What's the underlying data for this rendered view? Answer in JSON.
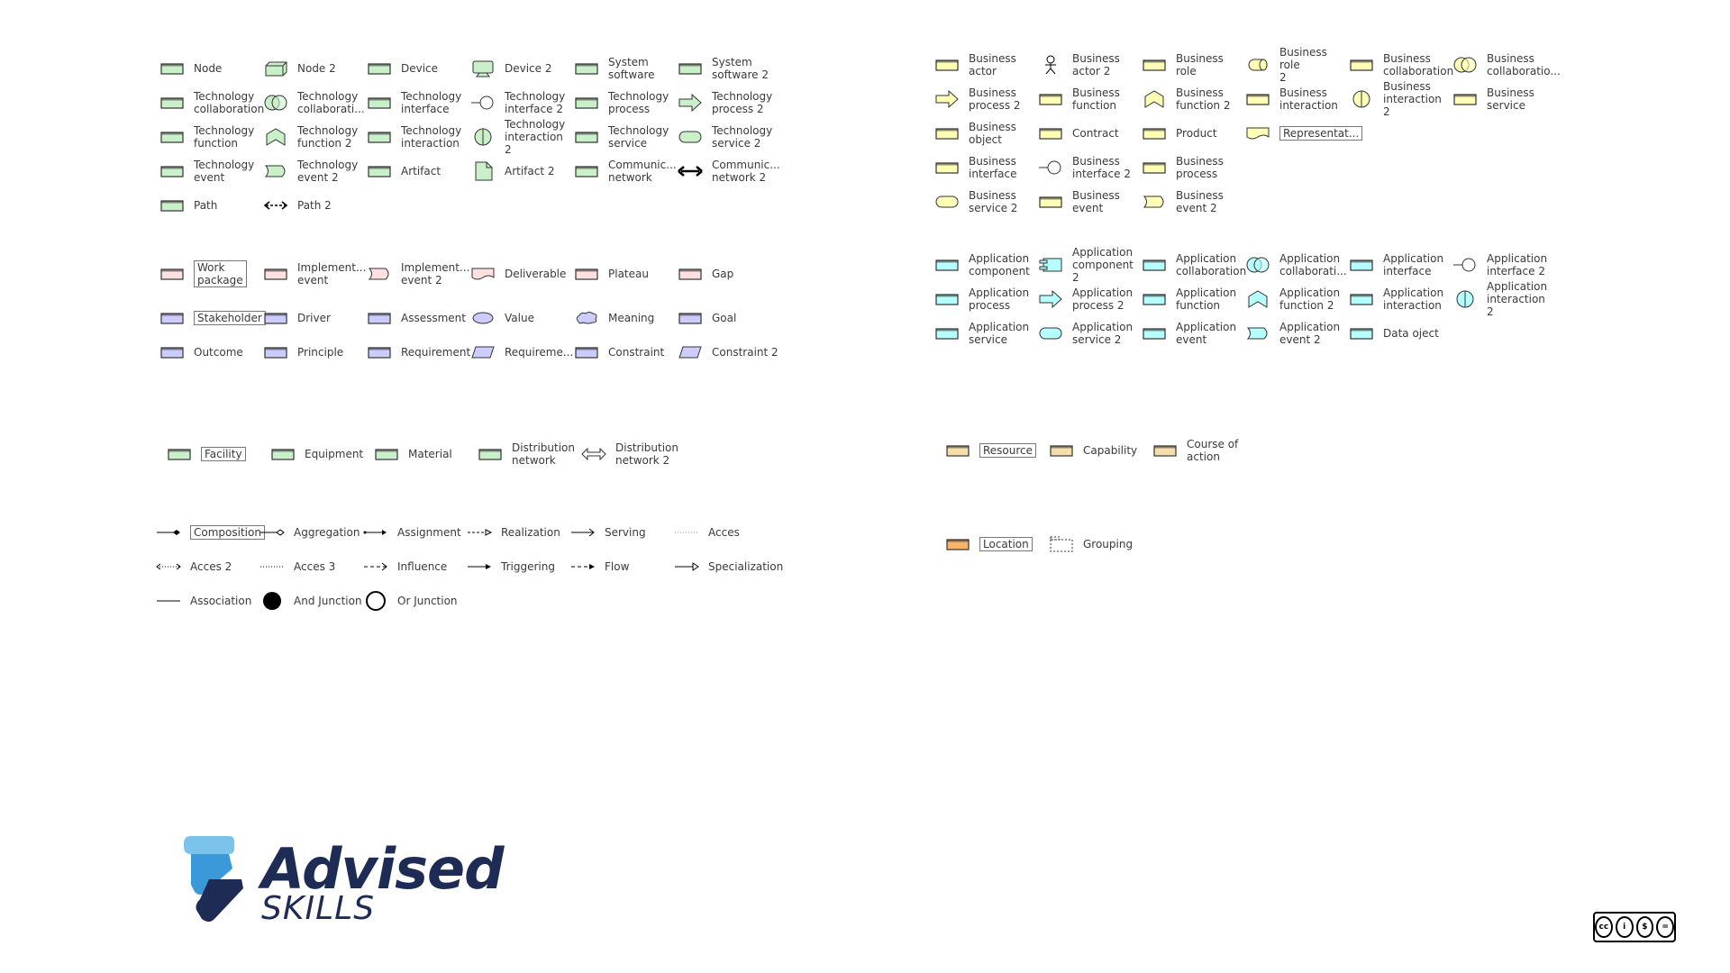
{
  "colors": {
    "technology": "#c9f0c9",
    "business": "#ffffb5",
    "application": "#b5ffff",
    "motivation": "#ccccff",
    "implementation": "#ffe0e0",
    "strategy": "#f5deaa",
    "location": "#f8b36b",
    "stroke": "#333333"
  },
  "technology_items": [
    {
      "label": "Node",
      "icon": "rect"
    },
    {
      "label": "Node 2",
      "icon": "box3d"
    },
    {
      "label": "Device",
      "icon": "rect"
    },
    {
      "label": "Device 2",
      "icon": "monitor"
    },
    {
      "label": "System\nsoftware",
      "icon": "rect"
    },
    {
      "label": "System\nsoftware 2",
      "icon": "rect"
    },
    {
      "label": "Technology\ncollaboration",
      "icon": "rect"
    },
    {
      "label": "Technology\ncollaborati...",
      "icon": "circles2"
    },
    {
      "label": "Technology\ninterface",
      "icon": "rect"
    },
    {
      "label": "Technology\ninterface 2",
      "icon": "lollipop"
    },
    {
      "label": "Technology\nprocess",
      "icon": "rect"
    },
    {
      "label": "Technology\nprocess 2",
      "icon": "arrow"
    },
    {
      "label": "Technology\nfunction",
      "icon": "rect"
    },
    {
      "label": "Technology\nfunction 2",
      "icon": "chevronup"
    },
    {
      "label": "Technology\ninteraction",
      "icon": "rect"
    },
    {
      "label": "Technology\ninteraction 2",
      "icon": "splitcircle"
    },
    {
      "label": "Technology\nservice",
      "icon": "rect"
    },
    {
      "label": "Technology\nservice 2",
      "icon": "pill"
    },
    {
      "label": "Technology\nevent",
      "icon": "rect"
    },
    {
      "label": "Technology\nevent 2",
      "icon": "event"
    },
    {
      "label": "Artifact",
      "icon": "rect"
    },
    {
      "label": "Artifact 2",
      "icon": "doc"
    },
    {
      "label": "Communic...\nnetwork",
      "icon": "rect"
    },
    {
      "label": "Communic...\nnetwork 2",
      "icon": "dblarrow"
    },
    {
      "label": "Path",
      "icon": "rect"
    },
    {
      "label": "Path 2",
      "icon": "dasharrows"
    }
  ],
  "business_items": [
    {
      "label": "Business\nactor",
      "icon": "rect"
    },
    {
      "label": "Business\nactor 2",
      "icon": "stick"
    },
    {
      "label": "Business role",
      "icon": "rect"
    },
    {
      "label": "Business role\n2",
      "icon": "cylinder"
    },
    {
      "label": "Business\ncollaboration",
      "icon": "rect"
    },
    {
      "label": "Business\ncollaboratio...",
      "icon": "circles2"
    },
    {
      "label": "Business\nprocess 2",
      "icon": "arrow"
    },
    {
      "label": "Business\nfunction",
      "icon": "rect"
    },
    {
      "label": "Business\nfunction 2",
      "icon": "chevronup"
    },
    {
      "label": "Business\ninteraction",
      "icon": "rect"
    },
    {
      "label": "Business\ninteraction 2",
      "icon": "splitcircle"
    },
    {
      "label": "Business\nservice",
      "icon": "rect"
    },
    {
      "label": "Business\nobject",
      "icon": "rect"
    },
    {
      "label": "Contract",
      "icon": "rect"
    },
    {
      "label": "Product",
      "icon": "rect"
    },
    {
      "label": "Representat...",
      "icon": "wave",
      "boxed": true
    },
    {
      "label": "",
      "icon": "none"
    },
    {
      "label": "",
      "icon": "none"
    },
    {
      "label": "Business\ninterface",
      "icon": "rect"
    },
    {
      "label": "Business\ninterface 2",
      "icon": "lollipop"
    },
    {
      "label": "Business\nprocess",
      "icon": "rect"
    },
    {
      "label": "",
      "icon": "none"
    },
    {
      "label": "",
      "icon": "none"
    },
    {
      "label": "",
      "icon": "none"
    },
    {
      "label": "Business\nservice 2",
      "icon": "pill"
    },
    {
      "label": "Business\nevent",
      "icon": "rect"
    },
    {
      "label": "Business\nevent 2",
      "icon": "event"
    }
  ],
  "implementation_items": [
    {
      "label": "Work\npackage",
      "icon": "rect",
      "color": "implementation",
      "boxed": true
    },
    {
      "label": "Implement...\nevent",
      "icon": "rect",
      "color": "implementation"
    },
    {
      "label": "Implement...\nevent 2",
      "icon": "event",
      "color": "implementation"
    },
    {
      "label": "Deliverable",
      "icon": "wave",
      "color": "implementation"
    },
    {
      "label": "Plateau",
      "icon": "rect",
      "color": "implementation"
    },
    {
      "label": "Gap",
      "icon": "rect",
      "color": "implementation"
    }
  ],
  "motivation_items": [
    {
      "label": "Stakeholder",
      "icon": "rect",
      "boxed": true
    },
    {
      "label": "Driver",
      "icon": "rect"
    },
    {
      "label": "Assessment",
      "icon": "rect"
    },
    {
      "label": "Value",
      "icon": "ellipse"
    },
    {
      "label": "Meaning",
      "icon": "cloud"
    },
    {
      "label": "Goal",
      "icon": "rect"
    },
    {
      "label": "Outcome",
      "icon": "rect"
    },
    {
      "label": "Principle",
      "icon": "rect"
    },
    {
      "label": "Requirement",
      "icon": "rect"
    },
    {
      "label": "Requireme...",
      "icon": "para"
    },
    {
      "label": "Constraint",
      "icon": "rect"
    },
    {
      "label": "Constraint 2",
      "icon": "para"
    }
  ],
  "application_items": [
    {
      "label": "Application\ncomponent",
      "icon": "rect"
    },
    {
      "label": "Application\ncomponent 2",
      "icon": "component"
    },
    {
      "label": "Application\ncollaboration",
      "icon": "rect"
    },
    {
      "label": "Application\ncollaborati...",
      "icon": "circles2"
    },
    {
      "label": "Application\ninterface",
      "icon": "rect"
    },
    {
      "label": "Application\ninterface 2",
      "icon": "lollipop"
    },
    {
      "label": "Application\nprocess",
      "icon": "rect"
    },
    {
      "label": "Application\nprocess 2",
      "icon": "arrow"
    },
    {
      "label": "Application\nfunction",
      "icon": "rect"
    },
    {
      "label": "Application\nfunction 2",
      "icon": "chevronup"
    },
    {
      "label": "Application\ninteraction",
      "icon": "rect"
    },
    {
      "label": "Application\ninteraction 2",
      "icon": "splitcircle"
    },
    {
      "label": "Application\nservice",
      "icon": "rect"
    },
    {
      "label": "Application\nservice 2",
      "icon": "pill"
    },
    {
      "label": "Application\nevent",
      "icon": "rect"
    },
    {
      "label": "Application\nevent 2",
      "icon": "event"
    },
    {
      "label": "Data oject",
      "icon": "rect"
    }
  ],
  "physical_items": [
    {
      "label": "Facility",
      "icon": "rect",
      "boxed": true
    },
    {
      "label": "Equipment",
      "icon": "rect"
    },
    {
      "label": "Material",
      "icon": "rect"
    },
    {
      "label": "Distribution\nnetwork",
      "icon": "rect"
    },
    {
      "label": "Distribution\nnetwork 2",
      "icon": "hollowdbl"
    }
  ],
  "strategy_items": [
    {
      "label": "Resource",
      "icon": "rect",
      "boxed": true
    },
    {
      "label": "Capability",
      "icon": "rect"
    },
    {
      "label": "Course of\naction",
      "icon": "rect"
    }
  ],
  "other_items": [
    {
      "label": "Location",
      "icon": "rect",
      "boxed": true
    },
    {
      "label": "Grouping",
      "icon": "group"
    }
  ],
  "relation_items": [
    {
      "label": "Composition",
      "icon": "composition",
      "boxed": true
    },
    {
      "label": "Aggregation",
      "icon": "aggregation"
    },
    {
      "label": "Assignment",
      "icon": "assignment"
    },
    {
      "label": "Realization",
      "icon": "realization"
    },
    {
      "label": "Serving",
      "icon": "serving"
    },
    {
      "label": "Acces",
      "icon": "access"
    },
    {
      "label": "Acces 2",
      "icon": "access2"
    },
    {
      "label": "Acces 3",
      "icon": "access3"
    },
    {
      "label": "Influence",
      "icon": "influence"
    },
    {
      "label": "Triggering",
      "icon": "triggering"
    },
    {
      "label": "Flow",
      "icon": "flow"
    },
    {
      "label": "Specialization",
      "icon": "specialization"
    },
    {
      "label": "Association",
      "icon": "association"
    },
    {
      "label": "And Junction",
      "icon": "andjunction"
    },
    {
      "label": "Or Junction",
      "icon": "orjunction"
    }
  ],
  "logo": {
    "word": "Advised",
    "sub": "SKILLS"
  },
  "license": {
    "badges": [
      "cc",
      "i",
      "$",
      "="
    ]
  }
}
